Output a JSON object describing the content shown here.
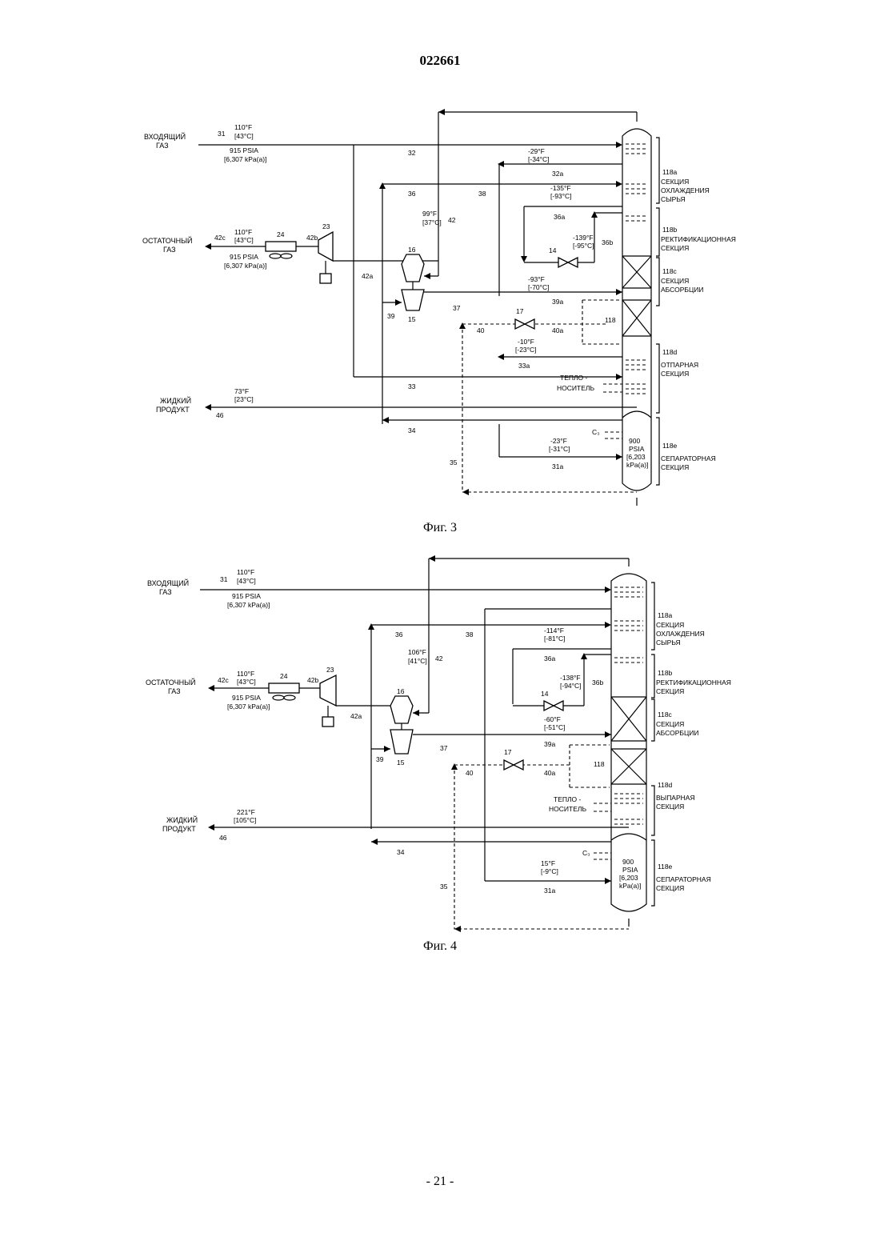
{
  "doc_number": "022661",
  "page_number": "- 21 -",
  "fig3": {
    "caption": "Фиг. 3",
    "inlet_gas": [
      "ВХОДЯЩИЙ",
      "ГАЗ"
    ],
    "residue_gas": [
      "ОСТАТОЧНЫЙ",
      "ГАЗ"
    ],
    "liquid_product": [
      "ЖИДКИЙ",
      "ПРОДУКТ"
    ],
    "heat_medium": [
      "ТЕПЛО -",
      "НОСИТЕЛЬ"
    ],
    "streams": {
      "s31": "31",
      "s32": "32",
      "s32a": "32a",
      "s33": "33",
      "s33a": "33a",
      "s34": "34",
      "s35": "35",
      "s36": "36",
      "s36a": "36a",
      "s36b": "36b",
      "s37": "37",
      "s38": "38",
      "s39": "39",
      "s39a": "39a",
      "s40": "40",
      "s40a": "40a",
      "s42": "42",
      "s42a": "42a",
      "s42b": "42b",
      "s42c": "42c",
      "s46": "46",
      "s31a": "31a"
    },
    "equipment": {
      "e14": "14",
      "e15": "15",
      "e16": "16",
      "e17": "17",
      "e23": "23",
      "e24": "24",
      "e118": "118",
      "c3": "C₃"
    },
    "conditions": {
      "inlet_t": [
        "110°F",
        "[43°C]"
      ],
      "inlet_p": [
        "915 PSIA",
        "[6,307 kPa(a)]"
      ],
      "residue_t": [
        "110°F",
        "[43°C]"
      ],
      "residue_p": [
        "915 PSIA",
        "[6,307 kPa(a)]"
      ],
      "s32a_t": [
        "-29°F",
        "[-34°C]"
      ],
      "s42_t": [
        "99°F",
        "[37°C]"
      ],
      "s36a_t": [
        "-135°F",
        "[-93°C]"
      ],
      "s36b_t": [
        "-139°F",
        "[-95°C]"
      ],
      "s39a_t": [
        "-93°F",
        "[-70°C]"
      ],
      "s33a_t": [
        "-10°F",
        "[-23°C]"
      ],
      "liquid_t": [
        "73°F",
        "[23°C]"
      ],
      "s31a_t": [
        "-23°F",
        "[-31°C]"
      ],
      "separator_p": [
        "900",
        "PSIA",
        "[6,203",
        "kPa(a)]"
      ]
    },
    "sections": {
      "a": [
        "118a",
        "СЕКЦИЯ",
        "ОХЛАЖДЕНИЯ",
        "СЫРЬЯ"
      ],
      "b": [
        "118b",
        "РЕКТИФИКАЦИОННАЯ",
        "СЕКЦИЯ"
      ],
      "c": [
        "118c",
        "СЕКЦИЯ",
        "АБСОРБЦИИ"
      ],
      "d": [
        "118d",
        "ОТПАРНАЯ",
        "СЕКЦИЯ"
      ],
      "e": [
        "118e",
        "СЕПАРАТОРНАЯ",
        "СЕКЦИЯ"
      ]
    }
  },
  "fig4": {
    "caption": "Фиг. 4",
    "inlet_gas": [
      "ВХОДЯЩИЙ",
      "ГАЗ"
    ],
    "residue_gas": [
      "ОСТАТОЧНЫЙ",
      "ГАЗ"
    ],
    "liquid_product": [
      "ЖИДКИЙ",
      "ПРОДУКТ"
    ],
    "heat_medium": [
      "ТЕПЛО -",
      "НОСИТЕЛЬ"
    ],
    "streams": {
      "s31": "31",
      "s34": "34",
      "s35": "35",
      "s36": "36",
      "s36a": "36a",
      "s36b": "36b",
      "s37": "37",
      "s38": "38",
      "s39": "39",
      "s39a": "39a",
      "s40": "40",
      "s40a": "40a",
      "s42": "42",
      "s42a": "42a",
      "s42b": "42b",
      "s42c": "42c",
      "s46": "46",
      "s31a": "31a"
    },
    "equipment": {
      "e14": "14",
      "e15": "15",
      "e16": "16",
      "e17": "17",
      "e23": "23",
      "e24": "24",
      "e118": "118",
      "c3": "C₃"
    },
    "conditions": {
      "inlet_t": [
        "110°F",
        "[43°C]"
      ],
      "inlet_p": [
        "915 PSIA",
        "[6,307 kPa(a)]"
      ],
      "residue_t": [
        "110°F",
        "[43°C]"
      ],
      "residue_p": [
        "915 PSIA",
        "[6,307 kPa(a)]"
      ],
      "s42_t": [
        "106°F",
        "[41°C]"
      ],
      "s36a_t": [
        "-114°F",
        "[-81°C]"
      ],
      "s36b_t": [
        "-138°F",
        "[-94°C]"
      ],
      "s39a_t": [
        "-60°F",
        "[-51°C]"
      ],
      "liquid_t": [
        "221°F",
        "[105°C]"
      ],
      "s31a_t": [
        "15°F",
        "[-9°C]"
      ],
      "separator_p": [
        "900",
        "PSIA",
        "[6,203",
        "kPa(a)]"
      ]
    },
    "sections": {
      "a": [
        "118a",
        "СЕКЦИЯ",
        "ОХЛАЖДЕНИЯ",
        "СЫРЬЯ"
      ],
      "b": [
        "118b",
        "РЕКТИФИКАЦИОННАЯ",
        "СЕКЦИЯ"
      ],
      "c": [
        "118c",
        "СЕКЦИЯ",
        "АБСОРБЦИИ"
      ],
      "d": [
        "118d",
        "ВЫПАРНАЯ",
        "СЕКЦИЯ"
      ],
      "e": [
        "118e",
        "СЕПАРАТОРНАЯ",
        "СЕКЦИЯ"
      ]
    }
  }
}
